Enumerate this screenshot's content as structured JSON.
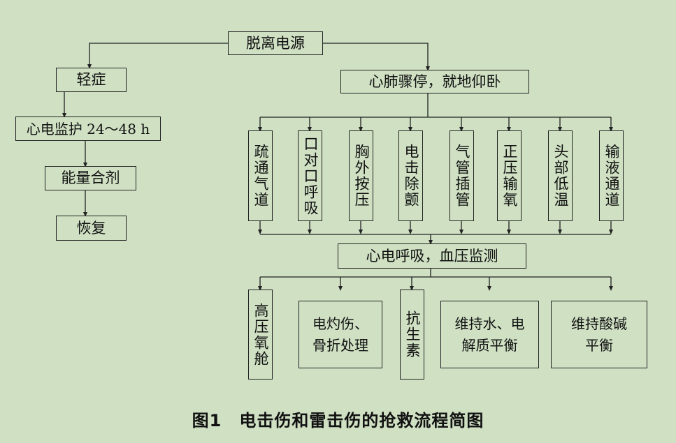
{
  "root": "脱离电源",
  "left_branch": [
    "轻症",
    "心电监护 24～48 h",
    "能量合剂",
    "恢复"
  ],
  "right_head": "心肺骤停，就地仰卧",
  "measures": [
    "疏通气道",
    "口对口呼吸",
    "胸外按压",
    "电击除颤",
    "气管插管",
    "正压输氧",
    "头部低温",
    "输液通道"
  ],
  "monitor": "心电呼吸，血压监测",
  "treatments": [
    "高压氧舱",
    "电灼伤、\n骨折处理",
    "抗生素",
    "维持水、电\n解质平衡",
    "维持酸碱\n平衡"
  ],
  "caption": "图1　电击伤和雷击伤的抢救流程简图"
}
